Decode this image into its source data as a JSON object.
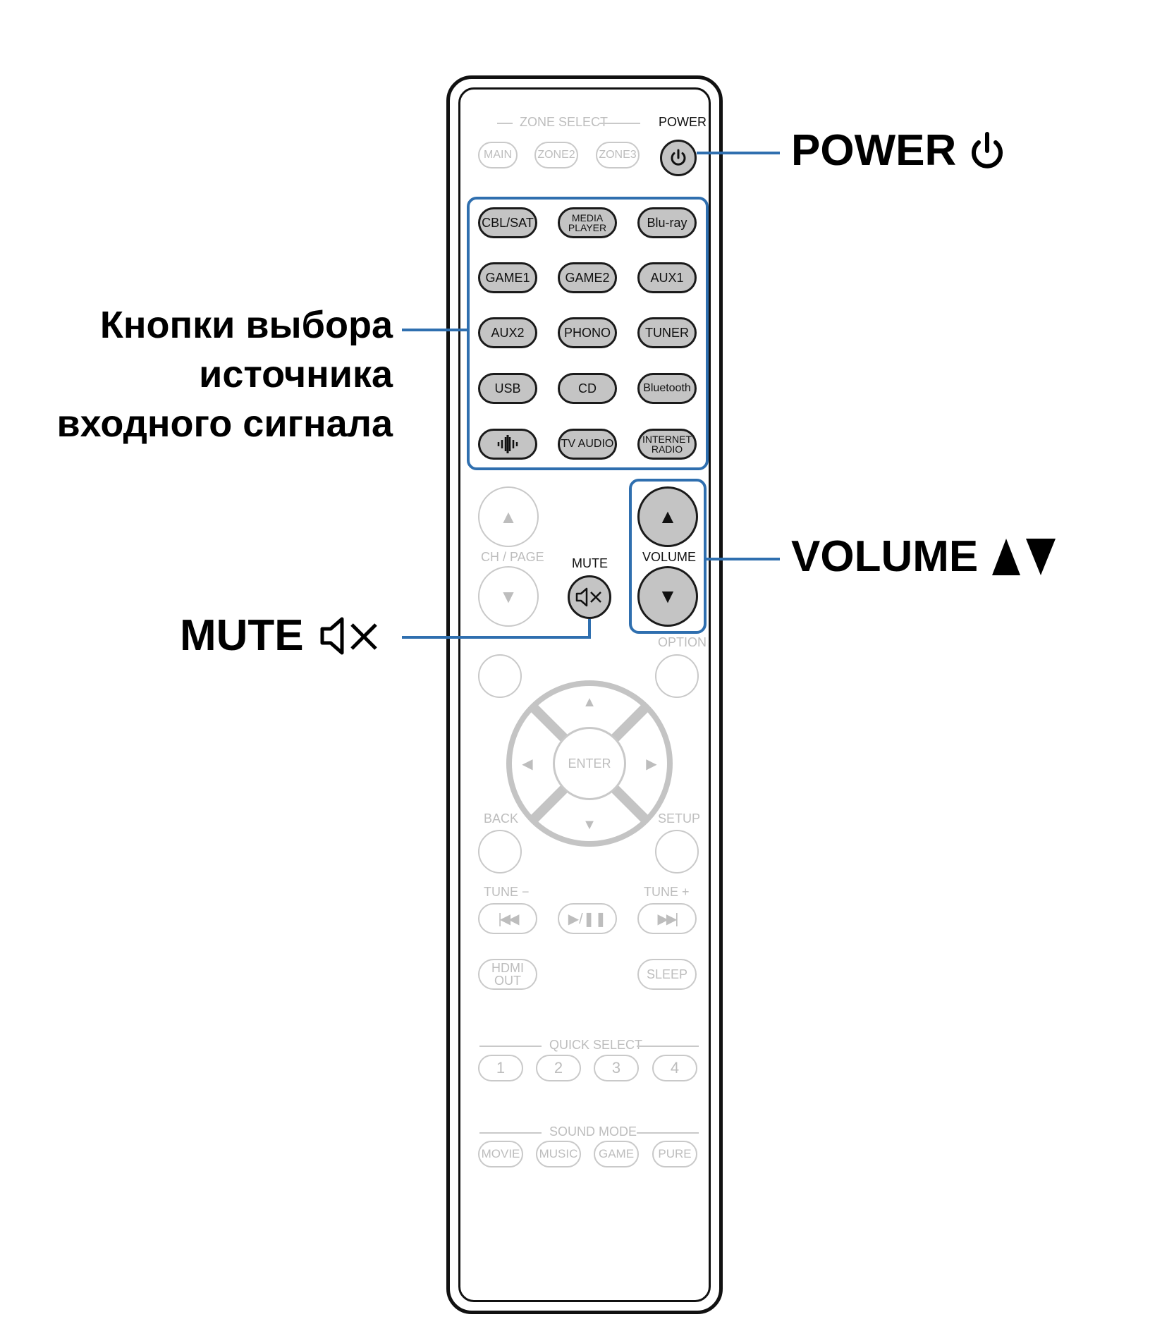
{
  "callouts": {
    "power": "POWER",
    "input_source_line1": "Кнопки выбора",
    "input_source_line2": "источника",
    "input_source_line3": "входного сигнала",
    "volume": "VOLUME",
    "mute": "MUTE"
  },
  "remote": {
    "zone_select_label": "ZONE SELECT",
    "power_label": "POWER",
    "zones": [
      "MAIN",
      "ZONE2",
      "ZONE3"
    ],
    "sources": [
      {
        "label": "CBL/SAT"
      },
      {
        "line1": "MEDIA",
        "line2": "PLAYER"
      },
      {
        "label": "Blu-ray"
      },
      {
        "label": "GAME1"
      },
      {
        "label": "GAME2"
      },
      {
        "label": "AUX1"
      },
      {
        "label": "AUX2"
      },
      {
        "label": "PHONO"
      },
      {
        "label": "TUNER"
      },
      {
        "label": "USB"
      },
      {
        "label": "CD"
      },
      {
        "label": "Bluetooth"
      },
      {
        "label": "TV AUDIO"
      },
      {
        "line1": "INTERNET",
        "line2": "RADIO"
      }
    ],
    "ch_page_label": "CH / PAGE",
    "mute_label": "MUTE",
    "volume_label": "VOLUME",
    "option_label": "OPTION",
    "enter_label": "ENTER",
    "back_label": "BACK",
    "setup_label": "SETUP",
    "tune_minus_label": "TUNE −",
    "tune_plus_label": "TUNE +",
    "hdmi_out_line1": "HDMI",
    "hdmi_out_line2": "OUT",
    "sleep_label": "SLEEP",
    "quick_select_label": "QUICK SELECT",
    "quick_select": [
      "1",
      "2",
      "3",
      "4"
    ],
    "sound_mode_label": "SOUND MODE",
    "sound_modes": [
      "MOVIE",
      "MUSIC",
      "GAME",
      "PURE"
    ]
  },
  "colors": {
    "highlight": "#2f6faf",
    "active_button": "#c4c4c4",
    "inactive_outline": "#c9c9c9"
  }
}
